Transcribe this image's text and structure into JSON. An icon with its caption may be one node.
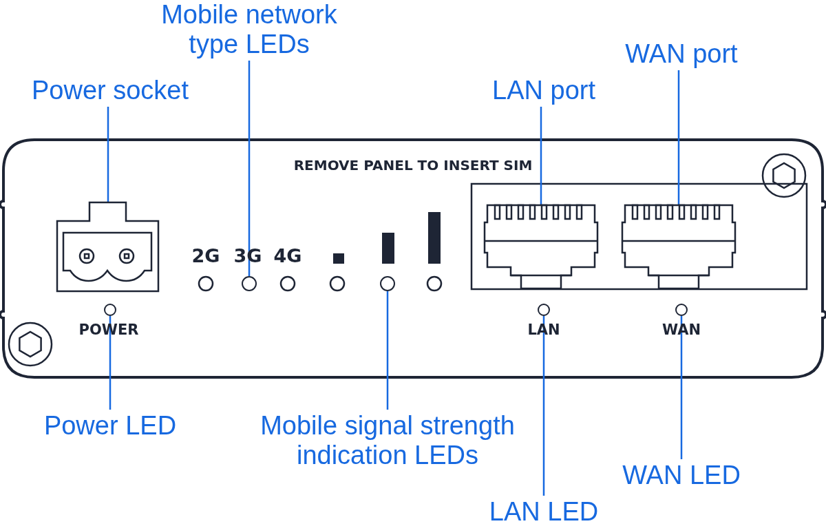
{
  "diagram": {
    "nodes": [
      {
        "text": [
          "Power socket"
        ]
      },
      {
        "text": [
          "Mobile network type LEDs"
        ]
      },
      {
        "text": [
          "LAN port"
        ]
      },
      {
        "text": [
          "WAN port"
        ]
      },
      {
        "text": [],
        "shape": "box"
      },
      {
        "text": [],
        "shape": "circle"
      },
      {
        "text": [],
        "shape": "box"
      },
      {
        "text": [],
        "shape": "box"
      },
      {
        "text": [],
        "shape": "circle"
      },
      {
        "text": [],
        "shape": "circle"
      },
      {
        "text": [],
        "shape": "circle"
      },
      {
        "text": [],
        "shape": "circle"
      },
      {
        "text": [
          "Power LED"
        ]
      },
      {
        "text": [
          "Mobile signal strength indication LEDs"
        ]
      },
      {
        "text": [
          "LAN LED"
        ]
      },
      {
        "text": [
          "WAN LED"
        ]
      }
    ],
    "edges": [
      {
        "from": 0,
        "to": 4,
        "arrow": "none"
      },
      {
        "from": 1,
        "to": 5,
        "arrow": "none"
      },
      {
        "from": 2,
        "to": 6,
        "arrow": "none"
      },
      {
        "from": 3,
        "to": 7,
        "arrow": "none"
      },
      {
        "from": 12,
        "to": 8,
        "arrow": "none"
      },
      {
        "from": 13,
        "to": 9,
        "arrow": "none"
      },
      {
        "from": 14,
        "to": 10,
        "arrow": "none"
      },
      {
        "from": 15,
        "to": 11,
        "arrow": "none"
      }
    ],
    "labels": [
      "REMOVE PANEL TO INSERT SIM",
      "2G",
      "3G",
      "4G",
      "POWER",
      "LAN",
      "WAN"
    ]
  }
}
